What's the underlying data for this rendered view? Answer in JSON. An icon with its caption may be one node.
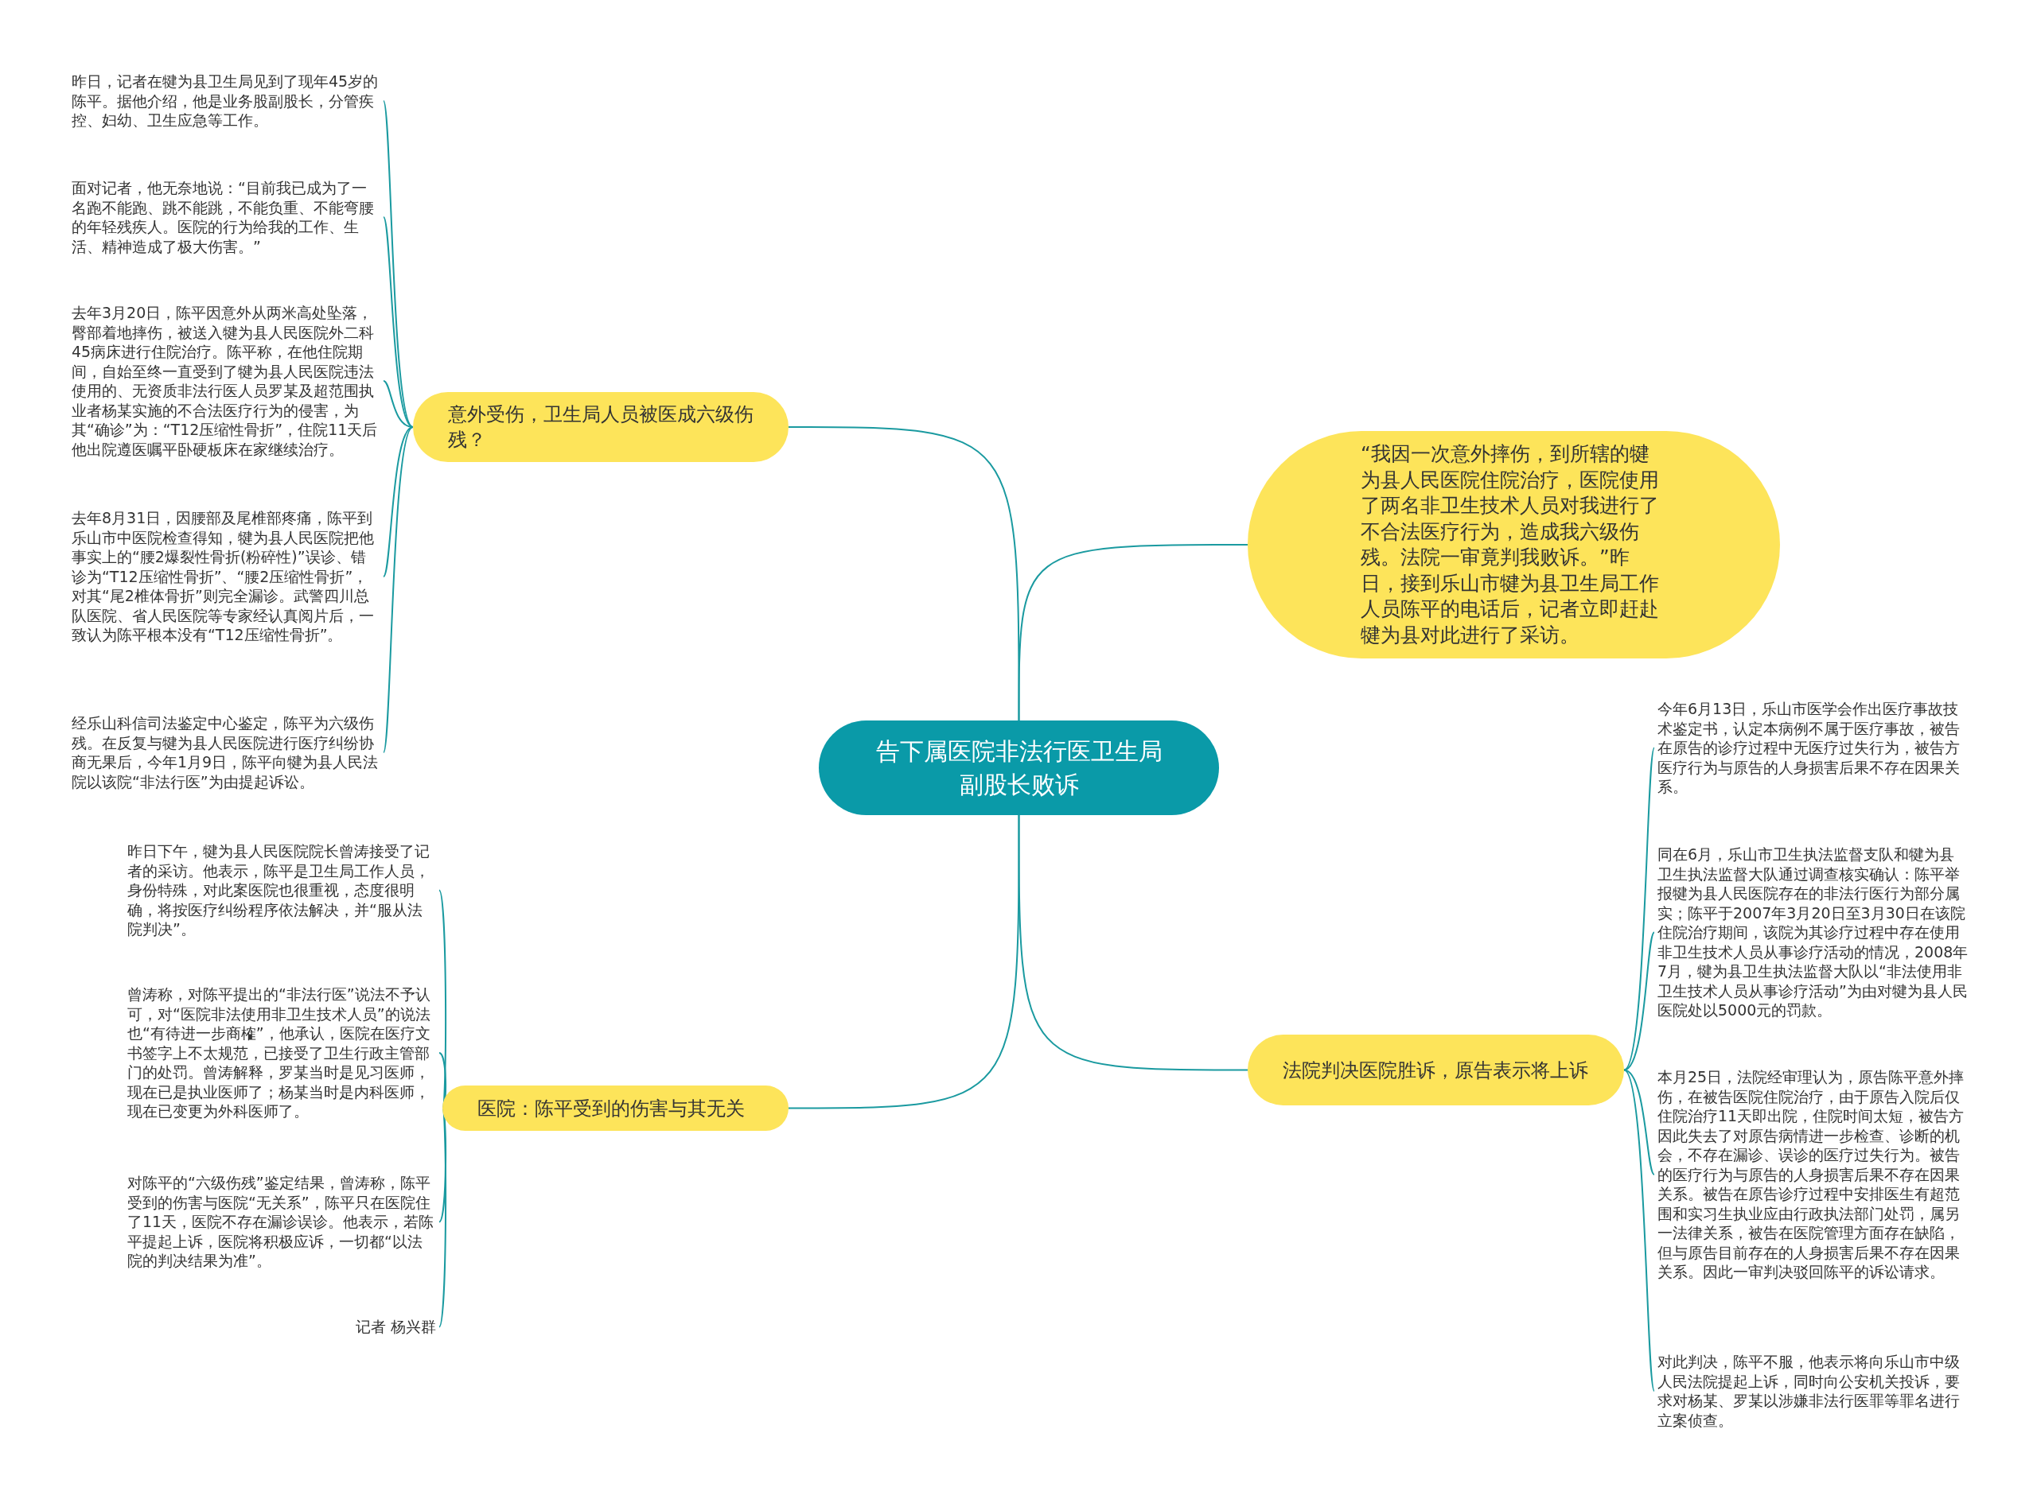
{
  "diagram": {
    "nodes": [
      {
        "text": [
          "告下属医院非法行医卫生局副股长败诉"
        ]
      },
      {
        "text": [
          "意外受伤，卫生局人员被医成六级伤残？"
        ]
      },
      {
        "text": [
          "昨日，记者在犍为县卫生局见到了现年45岁的陈平。据他介绍，他是业务股副股长，分管疾控、妇幼、卫生应急等工作。"
        ]
      },
      {
        "text": [
          "面对记者，他无奈地说：“目前我已成为了一名跑不能跑、跳不能跳，不能负重、不能弯腰的年轻残疾人。医院的行为给我的工作、生活、精神造成了极大伤害。”"
        ]
      },
      {
        "text": [
          "去年3月20日，陈平因意外从两米高处坠落，臀部着地摔伤，被送入犍为县人民医院外二科45病床进行住院治疗。陈平称，在他住院期间，自始至终一直受到了犍为县人民医院违法使用的、无资质非法行医人员罗某及超范围执业者杨某实施的不合法医疗行为的侵害，为其“确诊”为：“T12压缩性骨折”，住院11天后他出院遵医嘱平卧硬板床在家继续治疗。"
        ]
      },
      {
        "text": [
          "去年8月31日，因腰部及尾椎部疼痛，陈平到乐山市中医院检查得知，犍为县人民医院把他事实上的“腰2爆裂性骨折(粉碎性)”误诊、错诊为“T12压缩性骨折”、“腰2压缩性骨折”，对其“尾2椎体骨折”则完全漏诊。武警四川总队医院、省人民医院等专家经认真阅片后，一致认为陈平根本没有“T12压缩性骨折”。"
        ]
      },
      {
        "text": [
          "经乐山科信司法鉴定中心鉴定，陈平为六级伤残。在反复与犍为县人民医院进行医疗纠纷协商无果后，今年1月9日，陈平向犍为县人民法院以该院“非法行医”为由提起诉讼。"
        ]
      },
      {
        "text": [
          "“我因一次意外摔伤，到所辖的犍为县人民医院住院治疗，医院使用了两名非卫生技术人员对我进行了不合法医疗行为，造成我六级伤残。法院一审竟判我败诉。”昨日，接到乐山市犍为县卫生局工作人员陈平的电话后，记者立即赶赴犍为县对此进行了采访。"
        ]
      },
      {
        "text": [
          "医院：陈平受到的伤害与其无关"
        ]
      },
      {
        "text": [
          "昨日下午，犍为县人民医院院长曾涛接受了记者的采访。他表示，陈平是卫生局工作人员，身份特殊，对此案医院也很重视，态度很明确，将按医疗纠纷程序依法解决，并“服从法院判决”。"
        ]
      },
      {
        "text": [
          "曾涛称，对陈平提出的“非法行医”说法不予认可，对“医院非法使用非卫生技术人员”的说法也“有待进一步商榷”，他承认，医院在医疗文书签字上不太规范，已接受了卫生行政主管部门的处罚。曾涛解释，罗某当时是见习医师，现在已是执业医师了；杨某当时是内科医师，现在已变更为外科医师了。"
        ]
      },
      {
        "text": [
          "对陈平的“六级伤残”鉴定结果，曾涛称，陈平受到的伤害与医院“无关系”，陈平只在医院住了11天，医院不存在漏诊误诊。他表示，若陈平提起上诉，医院将积极应诉，一切都“以法院的判决结果为准”。"
        ]
      },
      {
        "text": [
          "记者 杨兴群"
        ]
      },
      {
        "text": [
          "法院判决医院胜诉，原告表示将上诉"
        ]
      },
      {
        "text": [
          "今年6月13日，乐山市医学会作出医疗事故技术鉴定书，认定本病例不属于医疗事故，被告在原告的诊疗过程中无医疗过失行为，被告方医疗行为与原告的人身损害后果不存在因果关系。"
        ]
      },
      {
        "text": [
          "同在6月，乐山市卫生执法监督支队和犍为县卫生执法监督大队通过调查核实确认：陈平举报犍为县人民医院存在的非法行医行为部分属实；陈平于2007年3月20日至3月30日在该院住院治疗期间，该院为其诊疗过程中存在使用非卫生技术人员从事诊疗活动的情况，2008年7月，犍为县卫生执法监督大队以“非法使用非卫生技术人员从事诊疗活动”为由对犍为县人民医院处以5000元的罚款。"
        ]
      },
      {
        "text": [
          "本月25日，法院经审理认为，原告陈平意外摔伤，在被告医院住院治疗，由于原告入院后仅住院治疗11天即出院，住院时间太短，被告方因此失去了对原告病情进一步检查、诊断的机会，不存在漏诊、误诊的医疗过失行为。被告的医疗行为与原告的人身损害后果不存在因果关系。被告在原告诊疗过程中安排医生有超范围和实习生执业应由行政执法部门处罚，属另一法律关系，被告在医院管理方面存在缺陷，但与原告目前存在的人身损害后果不存在因果关系。因此一审判决驳回陈平的诉讼请求。"
        ]
      },
      {
        "text": [
          "对此判决，陈平不服，他表示将向乐山市中级人民法院提起上诉，同时向公安机关投诉，要求对杨某、罗某以涉嫌非法行医罪等罪名进行立案侦查。"
        ]
      }
    ],
    "edges": [
      {
        "from": 0,
        "to": 1,
        "arrow": "none"
      },
      {
        "from": 1,
        "to": 2,
        "arrow": "none"
      },
      {
        "from": 1,
        "to": 3,
        "arrow": "none"
      },
      {
        "from": 1,
        "to": 4,
        "arrow": "none"
      },
      {
        "from": 1,
        "to": 5,
        "arrow": "none"
      },
      {
        "from": 1,
        "to": 6,
        "arrow": "none"
      },
      {
        "from": 0,
        "to": 7,
        "arrow": "none"
      },
      {
        "from": 0,
        "to": 8,
        "arrow": "none"
      },
      {
        "from": 8,
        "to": 9,
        "arrow": "none"
      },
      {
        "from": 8,
        "to": 10,
        "arrow": "none"
      },
      {
        "from": 8,
        "to": 11,
        "arrow": "none"
      },
      {
        "from": 8,
        "to": 12,
        "arrow": "none"
      },
      {
        "from": 0,
        "to": 13,
        "arrow": "none"
      },
      {
        "from": 13,
        "to": 14,
        "arrow": "none"
      },
      {
        "from": 13,
        "to": 15,
        "arrow": "none"
      },
      {
        "from": 13,
        "to": 16,
        "arrow": "none"
      },
      {
        "from": 13,
        "to": 17,
        "arrow": "none"
      }
    ]
  }
}
